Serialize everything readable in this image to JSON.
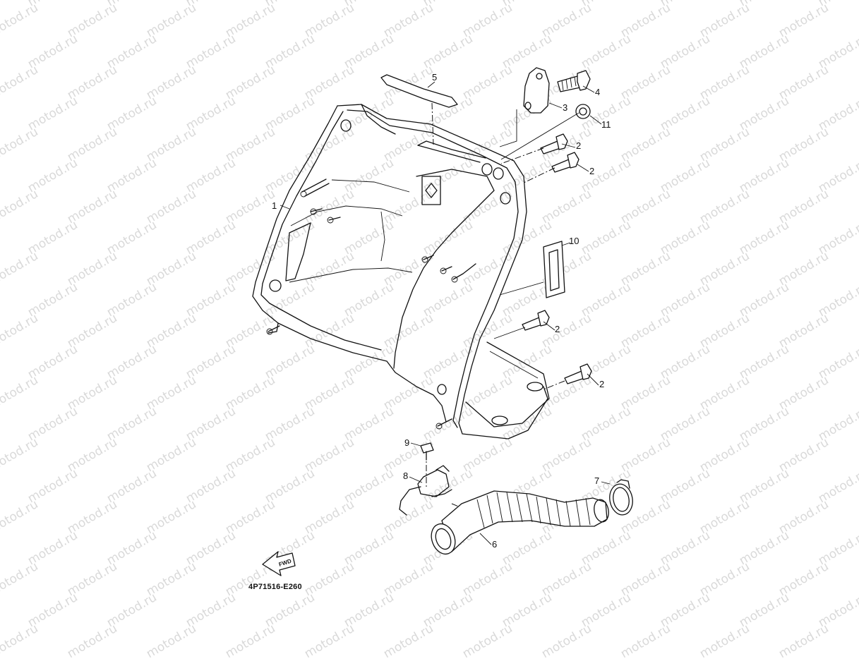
{
  "watermark": {
    "text": "motod.ru"
  },
  "diagram_code": "4P71516-E260",
  "fwd_label": "FWD",
  "callouts": [
    {
      "id": "1",
      "label": "1"
    },
    {
      "id": "2a",
      "label": "2"
    },
    {
      "id": "2b",
      "label": "2"
    },
    {
      "id": "2c",
      "label": "2"
    },
    {
      "id": "2d",
      "label": "2"
    },
    {
      "id": "3",
      "label": "3"
    },
    {
      "id": "4",
      "label": "4"
    },
    {
      "id": "5",
      "label": "5"
    },
    {
      "id": "6",
      "label": "6"
    },
    {
      "id": "7",
      "label": "7"
    },
    {
      "id": "8",
      "label": "8"
    },
    {
      "id": "9",
      "label": "9"
    },
    {
      "id": "10",
      "label": "10"
    },
    {
      "id": "11",
      "label": "11"
    }
  ]
}
